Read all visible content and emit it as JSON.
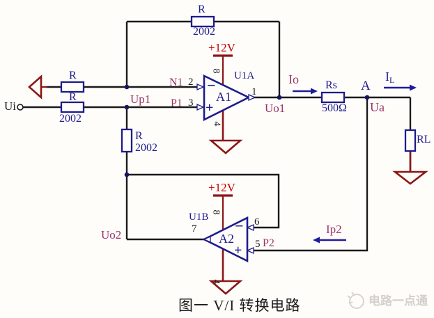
{
  "caption": "图一 V/I 转换电路",
  "watermark": {
    "text": "电路一点通",
    "logo": "lightbulb-doodle"
  },
  "colors": {
    "wire": "#1a1a1a",
    "component": "#1c1c8c",
    "net_label": "#993366",
    "power": "#c00000",
    "ground": "#8b1616",
    "current_arrow": "#1c1c9c",
    "watermark": "#d4d0cb"
  },
  "input": {
    "label": "Ui"
  },
  "resistors": {
    "feedback": {
      "name": "R",
      "value": "2002"
    },
    "n1": {
      "name": "R"
    },
    "input": {
      "name": "R",
      "value": "2002"
    },
    "mid": {
      "name": "R",
      "value": "2002"
    },
    "sense": {
      "name": "Rs",
      "value": "500Ω"
    },
    "load": {
      "name": "RL"
    }
  },
  "opamps": {
    "a1": {
      "designator": "A1",
      "part": "U1A",
      "supply": "+12V",
      "minus": "−",
      "plus": "+",
      "pins": {
        "output": "1",
        "inverting": "2",
        "noninverting": "3",
        "power": "8",
        "ground": "4"
      }
    },
    "a2": {
      "designator": "A2",
      "part": "U1B",
      "supply": "+12V",
      "minus": "−",
      "plus": "+",
      "pins": {
        "output": "7",
        "inverting": "6",
        "noninverting": "5",
        "power": "8",
        "ground": "4"
      }
    }
  },
  "nets": {
    "n1": "N1",
    "up1": "Up1",
    "p1": "P1",
    "uo1": "Uo1",
    "uo2": "Uo2",
    "p2": "P2",
    "node_a": "A",
    "ua": "Ua"
  },
  "currents": {
    "io": "Io",
    "il_main": "I",
    "il_sub": "L",
    "ip2": "Ip2"
  }
}
